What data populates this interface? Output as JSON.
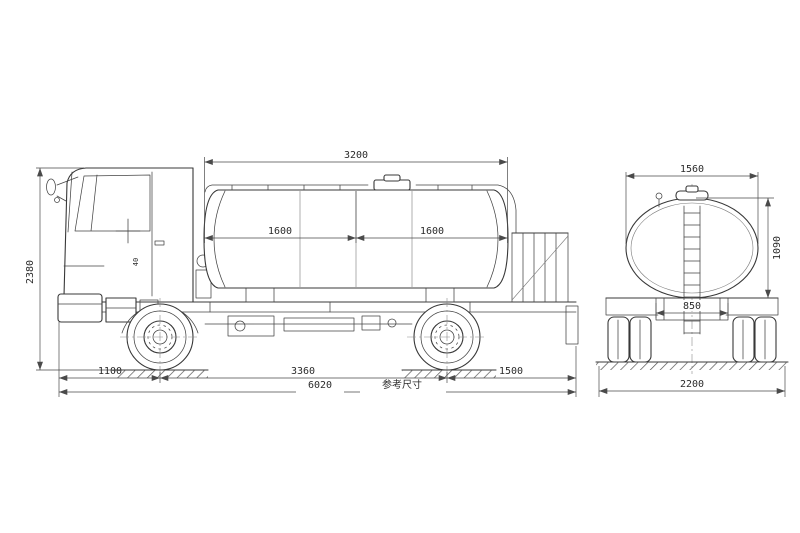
{
  "side_view": {
    "dims": {
      "tank_length": "3200",
      "section_left": "1600",
      "section_right": "1600",
      "overall_height": "2380",
      "cab_detail": "40",
      "front_overhang": "1100",
      "wheelbase": "3360",
      "rear_overhang": "1500",
      "overall_length": "6020",
      "reference_note": "参考尺寸"
    }
  },
  "rear_view": {
    "dims": {
      "top_width": "1560",
      "tank_height": "1090",
      "frame_width": "850",
      "overall_width": "2200"
    }
  },
  "colors": {
    "line": "#383838",
    "dimension": "#4a4a4a",
    "background": "#ffffff"
  }
}
